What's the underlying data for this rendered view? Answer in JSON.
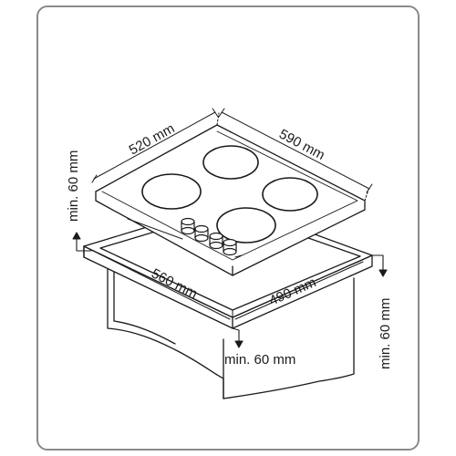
{
  "dimensions": {
    "hob_depth": "520 mm",
    "hob_width": "590 mm",
    "cutout_width": "560 mm",
    "cutout_depth": "490 mm",
    "min_clearance_left": "min. 60 mm",
    "min_clearance_right": "min. 60 mm",
    "min_clearance_front": "min. 60 mm"
  }
}
